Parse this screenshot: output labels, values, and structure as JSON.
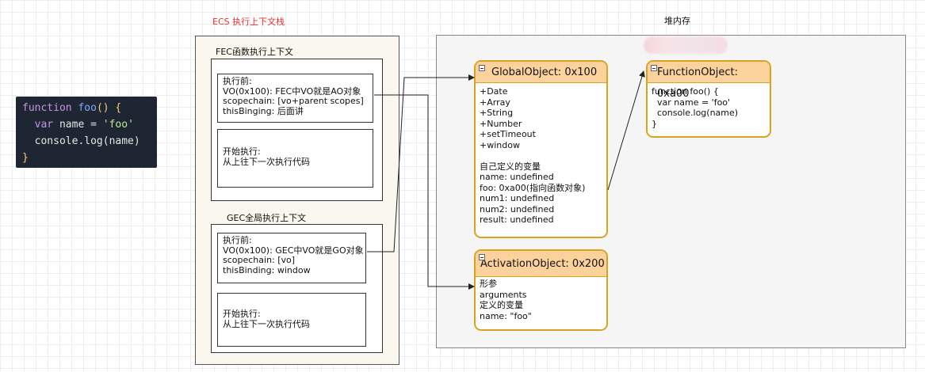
{
  "diagram": {
    "ecs_title": "ECS 执行上下文栈",
    "heap_title": "堆内存",
    "code": {
      "line1": {
        "kw": "function",
        "fn": "foo",
        "rest": "() {"
      },
      "line2": {
        "kw": "var",
        "name": "name",
        "eq": "=",
        "str": "'foo'"
      },
      "line3": {
        "text": "console.log(name)"
      },
      "line4": {
        "text": "}"
      }
    },
    "fec": {
      "title": "FEC函数执行上下文",
      "before": "执行前:\nVO(0x100): FEC中VO就是AO对象\nscopechain: [vo+parent scopes]\nthisBinging: 后面讲",
      "start": "开始执行:\n从上往下一次执行代码"
    },
    "gec": {
      "title": "GEC全局执行上下文",
      "before": "执行前:\nVO(0x100): GEC中VO就是GO对象\nscopechain: [vo]\nthisBinding: window",
      "start": "开始执行:\n从上往下一次执行代码"
    },
    "global_object": {
      "title": "GlobalObject: 0x100",
      "body": "+Date\n+Array\n+String\n+Number\n+setTimeout\n+window\n\n自己定义的变量\nname: undefined\nfoo: 0xa00(指向函数对象)\nnum1: undefined\nnum2: undefined\nresult: undefined"
    },
    "function_object": {
      "title": "FunctionObject: 0xa00",
      "body": "function foo() {\n  var name = 'foo'\n  console.log(name)\n}"
    },
    "activation_object": {
      "title": "ActivationObject: 0x200",
      "body": "形参\narguments\n定义的变量\nname: \"foo\""
    }
  }
}
